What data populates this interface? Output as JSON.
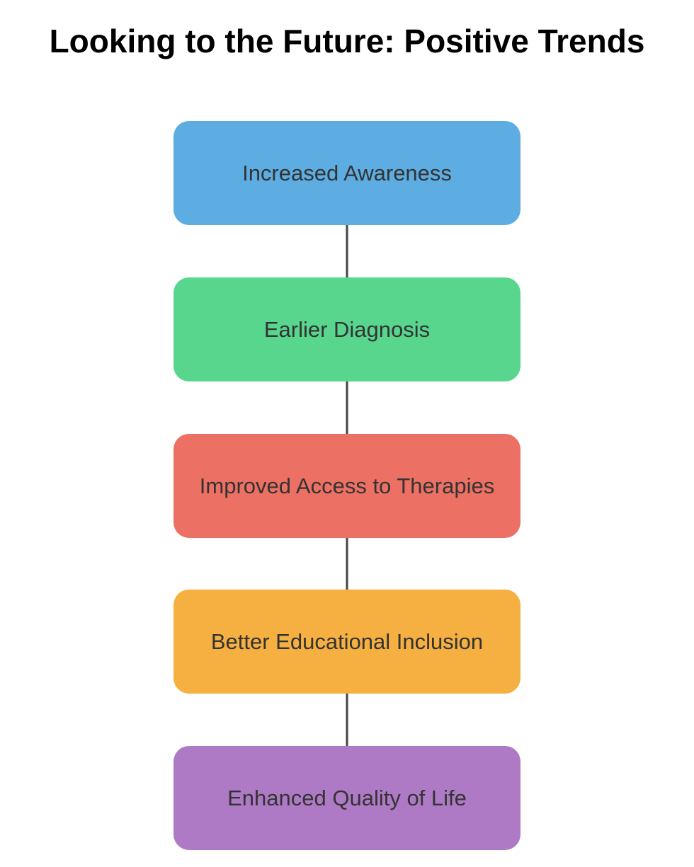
{
  "title": "Looking to the Future: Positive Trends",
  "nodes": [
    {
      "label": "Increased Awareness",
      "color": "#5DADE2"
    },
    {
      "label": "Earlier Diagnosis",
      "color": "#58D68D"
    },
    {
      "label": "Improved Access to Therapies",
      "color": "#EC7063"
    },
    {
      "label": "Better Educational Inclusion",
      "color": "#F5B041"
    },
    {
      "label": "Enhanced Quality of Life",
      "color": "#AF7AC5"
    }
  ],
  "edges": [
    {
      "from": 0,
      "to": 1
    },
    {
      "from": 1,
      "to": 2
    },
    {
      "from": 2,
      "to": 3
    },
    {
      "from": 3,
      "to": 4
    }
  ],
  "colors": {
    "edge": "#444444",
    "text": "#333333"
  }
}
